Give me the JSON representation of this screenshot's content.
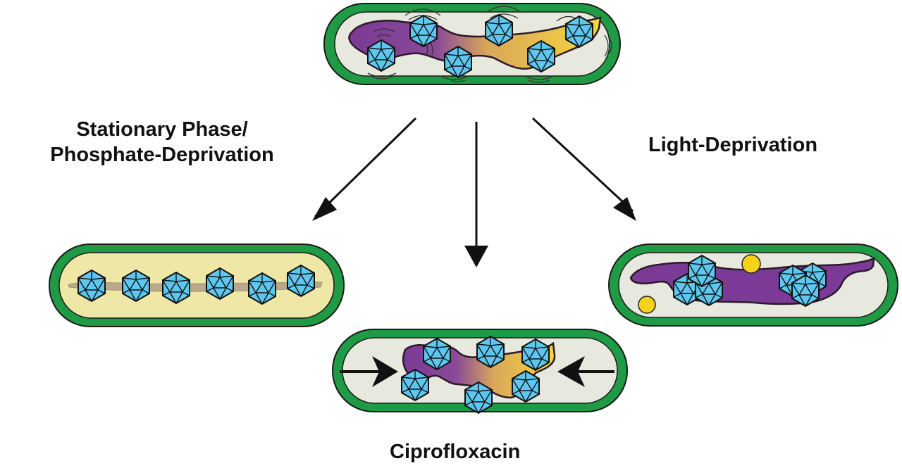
{
  "diagram": {
    "description": "Cyanobacterial cell with phage-like particles (icosahedra) associated with a nucleoid, shown under three stress conditions",
    "colors": {
      "cell_wall": "#1f9a45",
      "cytoplasm": "#e8e9de",
      "cytoplasm_stationary": "#efe7a6",
      "nucleoid_purple": "#7a3a96",
      "nucleoid_yellow": "#f4d03a",
      "nucleoid_condensed_band": "#b9a98a",
      "particle_fill": "#5ec7ef",
      "particle_stroke": "#111111",
      "granule": "#f6d21b",
      "arrow": "#111111"
    },
    "nodes": [
      {
        "id": "normal",
        "name": "Untreated cell",
        "particles": 6,
        "nucleoid": "purple-to-yellow gradient, particles moving (motion marks)"
      },
      {
        "id": "stationary",
        "name": "Stationary phase / phosphate deprivation cell",
        "particles": 6,
        "nucleoid": "thin condensed band, particles in a row"
      },
      {
        "id": "cipro",
        "name": "Ciprofloxacin-treated cell",
        "particles": 6,
        "nucleoid": "compacted gradient, inward compression arrows"
      },
      {
        "id": "light",
        "name": "Light-deprivation cell",
        "particles": 6,
        "nucleoid": "purple, particles clustered",
        "granules": 2
      }
    ],
    "edges": [
      {
        "from": "normal",
        "to": "stationary",
        "label_ref": "labels.stationary"
      },
      {
        "from": "normal",
        "to": "cipro",
        "label_ref": "labels.ciprofloxacin"
      },
      {
        "from": "normal",
        "to": "light",
        "label_ref": "labels.light"
      }
    ]
  },
  "labels": {
    "stationary_line1": "Stationary Phase/",
    "stationary_line2": "Phosphate-Deprivation",
    "light": "Light-Deprivation",
    "ciprofloxacin": "Ciprofloxacin"
  }
}
